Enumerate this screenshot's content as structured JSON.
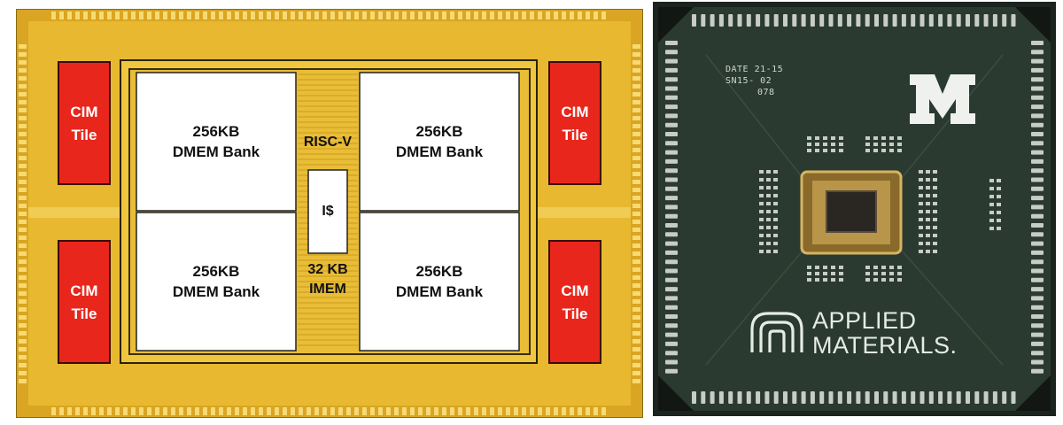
{
  "die": {
    "cim_tiles": [
      {
        "line1": "CIM",
        "line2": "Tile"
      },
      {
        "line1": "CIM",
        "line2": "Tile"
      },
      {
        "line1": "CIM",
        "line2": "Tile"
      },
      {
        "line1": "CIM",
        "line2": "Tile"
      }
    ],
    "dmem_banks": [
      {
        "line1": "256KB",
        "line2": "DMEM Bank"
      },
      {
        "line1": "256KB",
        "line2": "DMEM Bank"
      },
      {
        "line1": "256KB",
        "line2": "DMEM Bank"
      },
      {
        "line1": "256KB",
        "line2": "DMEM Bank"
      }
    ],
    "core_label": "RISC-V",
    "icache_label": "I$",
    "imem": {
      "line1": "32 KB",
      "line2": "IMEM"
    },
    "colors": {
      "gold": "#e8b830",
      "pad_gold": "#f2c84a",
      "cim_red": "#e8261c",
      "block_white": "#ffffff"
    }
  },
  "package": {
    "board_marking": {
      "line1": "DATE  21-15",
      "line2": "SN15- 02",
      "line3": "078"
    },
    "logo_icon": "block-m-logo",
    "brand_icon": "applied-materials-logo-icon",
    "brand": {
      "line1": "APPLIED",
      "line2": "MATERIALS."
    },
    "colors": {
      "pcb_green": "#2b3a30",
      "pin_silver": "#c8ccc6"
    }
  }
}
